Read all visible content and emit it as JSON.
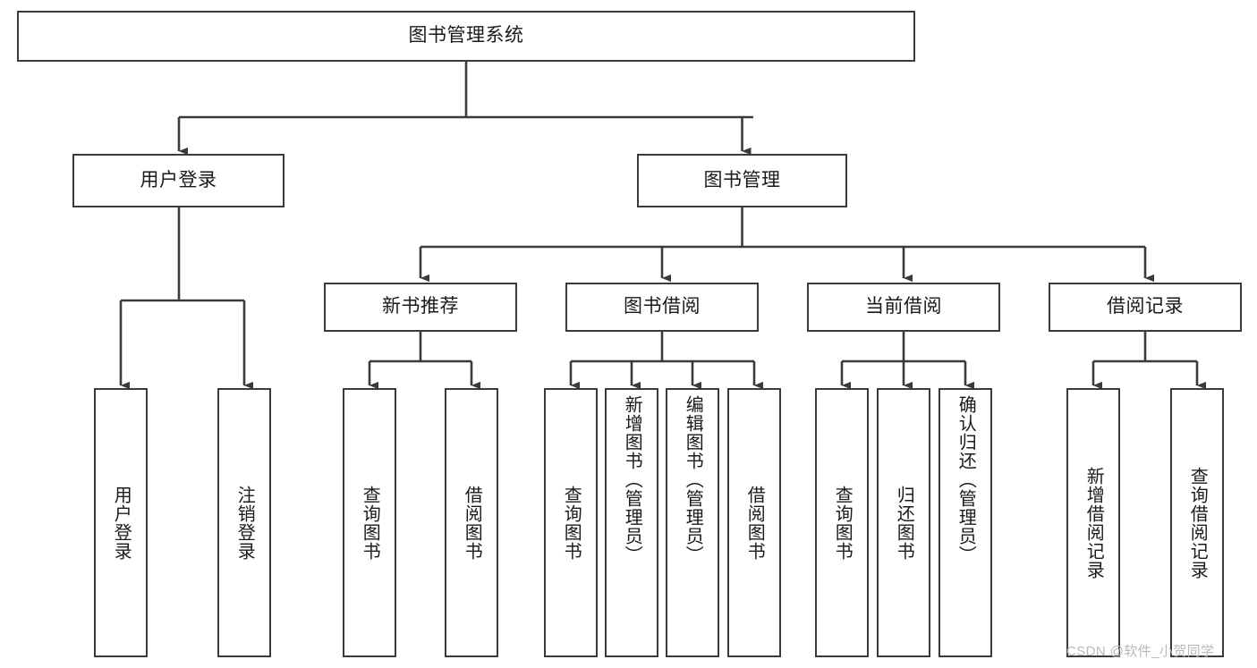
{
  "diagram": {
    "title": "图书管理系统",
    "type": "tree-hierarchy",
    "root": {
      "id": "root",
      "label": "图书管理系统"
    },
    "level2": [
      {
        "id": "user-login",
        "label": "用户登录"
      },
      {
        "id": "book-manage",
        "label": "图书管理"
      }
    ],
    "level3": [
      {
        "id": "new-book-rec",
        "label": "新书推荐",
        "parent": "book-manage"
      },
      {
        "id": "book-borrow",
        "label": "图书借阅",
        "parent": "book-manage"
      },
      {
        "id": "current-borrow",
        "label": "当前借阅",
        "parent": "book-manage"
      },
      {
        "id": "borrow-record",
        "label": "借阅记录",
        "parent": "book-manage"
      }
    ],
    "leaves": [
      {
        "id": "leaf-user-login",
        "label": "用户登录",
        "parent": "user-login"
      },
      {
        "id": "leaf-logout",
        "label": "注销登录",
        "parent": "user-login"
      },
      {
        "id": "leaf-rec-query-book",
        "label": "查询图书",
        "parent": "new-book-rec"
      },
      {
        "id": "leaf-rec-borrow-book",
        "label": "借阅图书",
        "parent": "new-book-rec"
      },
      {
        "id": "leaf-borrow-query-book",
        "label": "查询图书",
        "parent": "book-borrow"
      },
      {
        "id": "leaf-add-book",
        "label": "新增图书（管理员）",
        "parent": "book-borrow"
      },
      {
        "id": "leaf-edit-book",
        "label": "编辑图书（管理员）",
        "parent": "book-borrow"
      },
      {
        "id": "leaf-borrow-book",
        "label": "借阅图书",
        "parent": "book-borrow"
      },
      {
        "id": "leaf-cur-query-book",
        "label": "查询图书",
        "parent": "current-borrow"
      },
      {
        "id": "leaf-return-book",
        "label": "归还图书",
        "parent": "current-borrow"
      },
      {
        "id": "leaf-confirm-return",
        "label": "确认归还（管理员）",
        "parent": "current-borrow"
      },
      {
        "id": "leaf-add-record",
        "label": "新增借阅记录",
        "parent": "borrow-record"
      },
      {
        "id": "leaf-query-record",
        "label": "查询借阅记录",
        "parent": "borrow-record"
      }
    ]
  },
  "watermark": {
    "text": "CSDN @软件_小贺同学"
  },
  "colors": {
    "stroke": "#3a3a3a",
    "background": "#ffffff",
    "text": "#1a1a1a",
    "watermark": "#b9b9b9"
  }
}
